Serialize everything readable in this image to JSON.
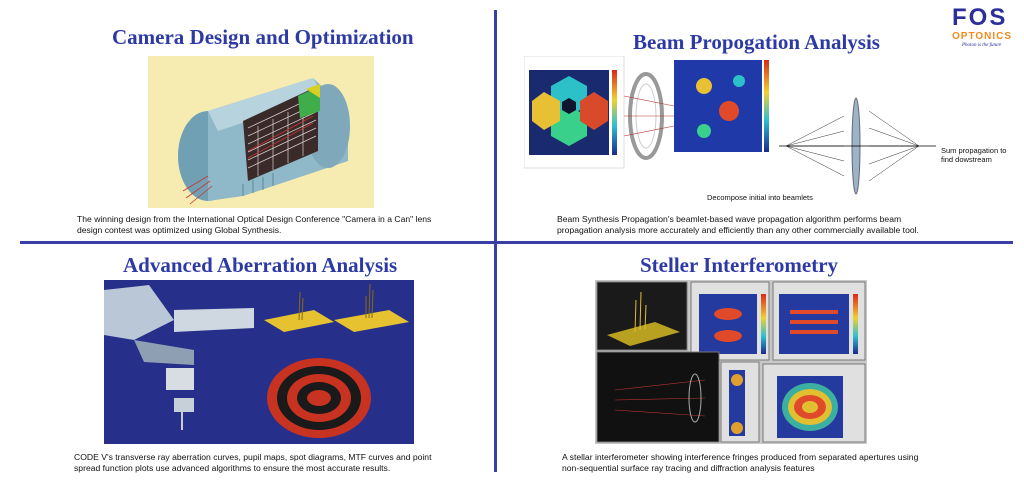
{
  "logo": {
    "brand": "FOS",
    "sub": "OPTONICS",
    "tagline": "Photon is the future"
  },
  "sections": {
    "camera": {
      "title": "Camera Design and Optimization",
      "desc_line1": "The winning design from the International Optical Design Conference \"Camera in a Can\" lens",
      "desc_line2": "design contest was optimized using Global Synthesis."
    },
    "beam": {
      "title": "Beam Propogation Analysis",
      "desc_line1": "Beam Synthesis Propagation's beamlet-based wave propagation algorithm performs beam",
      "desc_line2": "propagation analysis more accurately and efficiently than any other commercially available tool.",
      "label_sum1": "Sum propagation to",
      "label_sum2": "find dowstream",
      "label_decompose": "Decompose initial into beamlets"
    },
    "aberration": {
      "title": "Advanced Aberration Analysis",
      "desc_line1": "CODE V's transverse ray aberration curves, pupil maps, spot diagrams, MTF curves and point",
      "desc_line2": "spread function plots use advanced algorithms to ensure the most accurate results."
    },
    "interferometry": {
      "title": "Steller Interferometry",
      "desc_line1": "A stellar interferometer showing interference fringes produced from separated apertures using",
      "desc_line2": "non-sequential surface ray tracing and diffraction analysis features"
    }
  },
  "colors": {
    "title": "#2d3aa6",
    "divider": "#3a3fa8",
    "logo_blue": "#2a2f9a",
    "logo_orange": "#f08a1c"
  }
}
